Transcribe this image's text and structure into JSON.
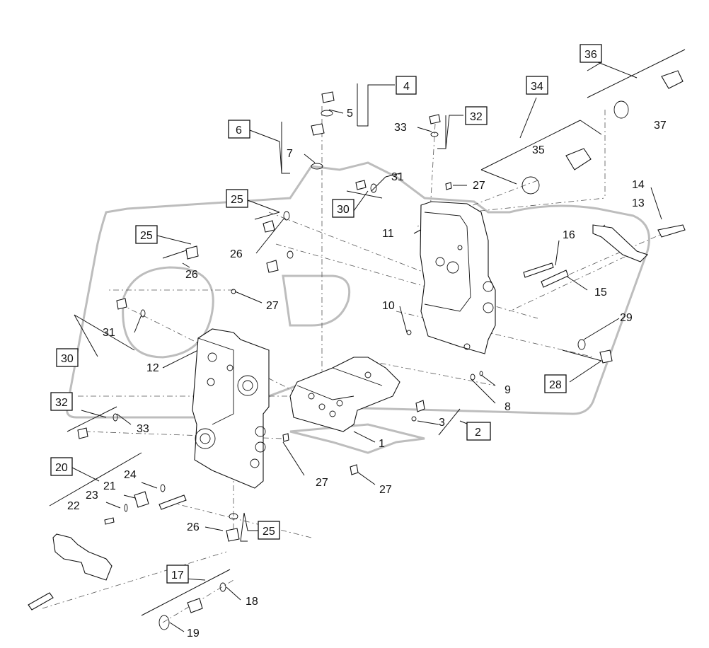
{
  "logo_text": "",
  "callouts": [
    {
      "id": "c1",
      "label": "1"
    },
    {
      "id": "c3",
      "label": "3"
    },
    {
      "id": "c5",
      "label": "5"
    },
    {
      "id": "c7",
      "label": "7"
    },
    {
      "id": "c8",
      "label": "8"
    },
    {
      "id": "c9",
      "label": "9"
    },
    {
      "id": "c10",
      "label": "10"
    },
    {
      "id": "c11",
      "label": "11"
    },
    {
      "id": "c12",
      "label": "12"
    },
    {
      "id": "c13",
      "label": "13"
    },
    {
      "id": "c14",
      "label": "14"
    },
    {
      "id": "c15",
      "label": "15"
    },
    {
      "id": "c16",
      "label": "16"
    },
    {
      "id": "c18",
      "label": "18"
    },
    {
      "id": "c19",
      "label": "19"
    },
    {
      "id": "c21",
      "label": "21"
    },
    {
      "id": "c22",
      "label": "22"
    },
    {
      "id": "c23",
      "label": "23"
    },
    {
      "id": "c24",
      "label": "24"
    },
    {
      "id": "c26a",
      "label": "26"
    },
    {
      "id": "c26b",
      "label": "26"
    },
    {
      "id": "c26c",
      "label": "26"
    },
    {
      "id": "c27a",
      "label": "27"
    },
    {
      "id": "c27b",
      "label": "27"
    },
    {
      "id": "c27c",
      "label": "27"
    },
    {
      "id": "c27d",
      "label": "27"
    },
    {
      "id": "c29",
      "label": "29"
    },
    {
      "id": "c31a",
      "label": "31"
    },
    {
      "id": "c31b",
      "label": "31"
    },
    {
      "id": "c33a",
      "label": "33"
    },
    {
      "id": "c33b",
      "label": "33"
    },
    {
      "id": "c35",
      "label": "35"
    },
    {
      "id": "c37",
      "label": "37"
    }
  ],
  "boxed_callouts": [
    {
      "id": "b2",
      "label": "2"
    },
    {
      "id": "b4",
      "label": "4"
    },
    {
      "id": "b6",
      "label": "6"
    },
    {
      "id": "b17",
      "label": "17"
    },
    {
      "id": "b20",
      "label": "20"
    },
    {
      "id": "b25a",
      "label": "25"
    },
    {
      "id": "b25b",
      "label": "25"
    },
    {
      "id": "b25c",
      "label": "25"
    },
    {
      "id": "b28",
      "label": "28"
    },
    {
      "id": "b30a",
      "label": "30"
    },
    {
      "id": "b30b",
      "label": "30"
    },
    {
      "id": "b32a",
      "label": "32"
    },
    {
      "id": "b32b",
      "label": "32"
    },
    {
      "id": "b34",
      "label": "34"
    },
    {
      "id": "b36",
      "label": "36"
    }
  ]
}
